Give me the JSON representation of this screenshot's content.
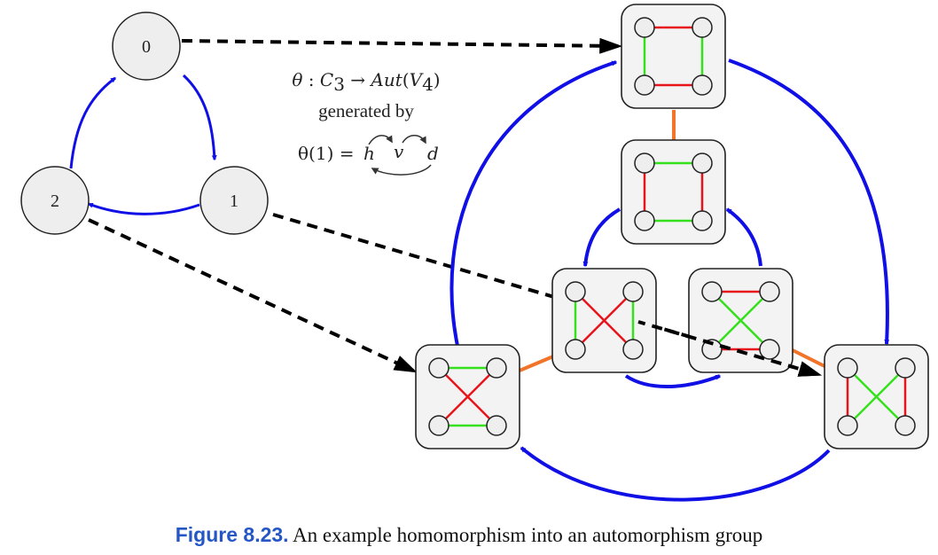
{
  "caption": {
    "label": "Figure 8.23.",
    "text": "An example homomorphism into an automorphism group"
  },
  "cyclic_group": {
    "nodes": [
      "0",
      "1",
      "2"
    ]
  },
  "annotation": {
    "theta": "θ",
    "colon": " : ",
    "c": "C",
    "c_sub": "3",
    "arrow": " → ",
    "aut": "Aut",
    "open": "(",
    "v": "V",
    "v_sub": "4",
    "close": ")",
    "line2": "generated by",
    "lhs": "θ(1) = ",
    "h": "h",
    "v_letter": "v",
    "d": "d"
  },
  "colors": {
    "red": "#e8141b",
    "green": "#35e01c",
    "blue": "#1010e6",
    "orange": "#f2742b",
    "node_fill": "#eeeeee",
    "box_fill": "#f3f3f3"
  }
}
